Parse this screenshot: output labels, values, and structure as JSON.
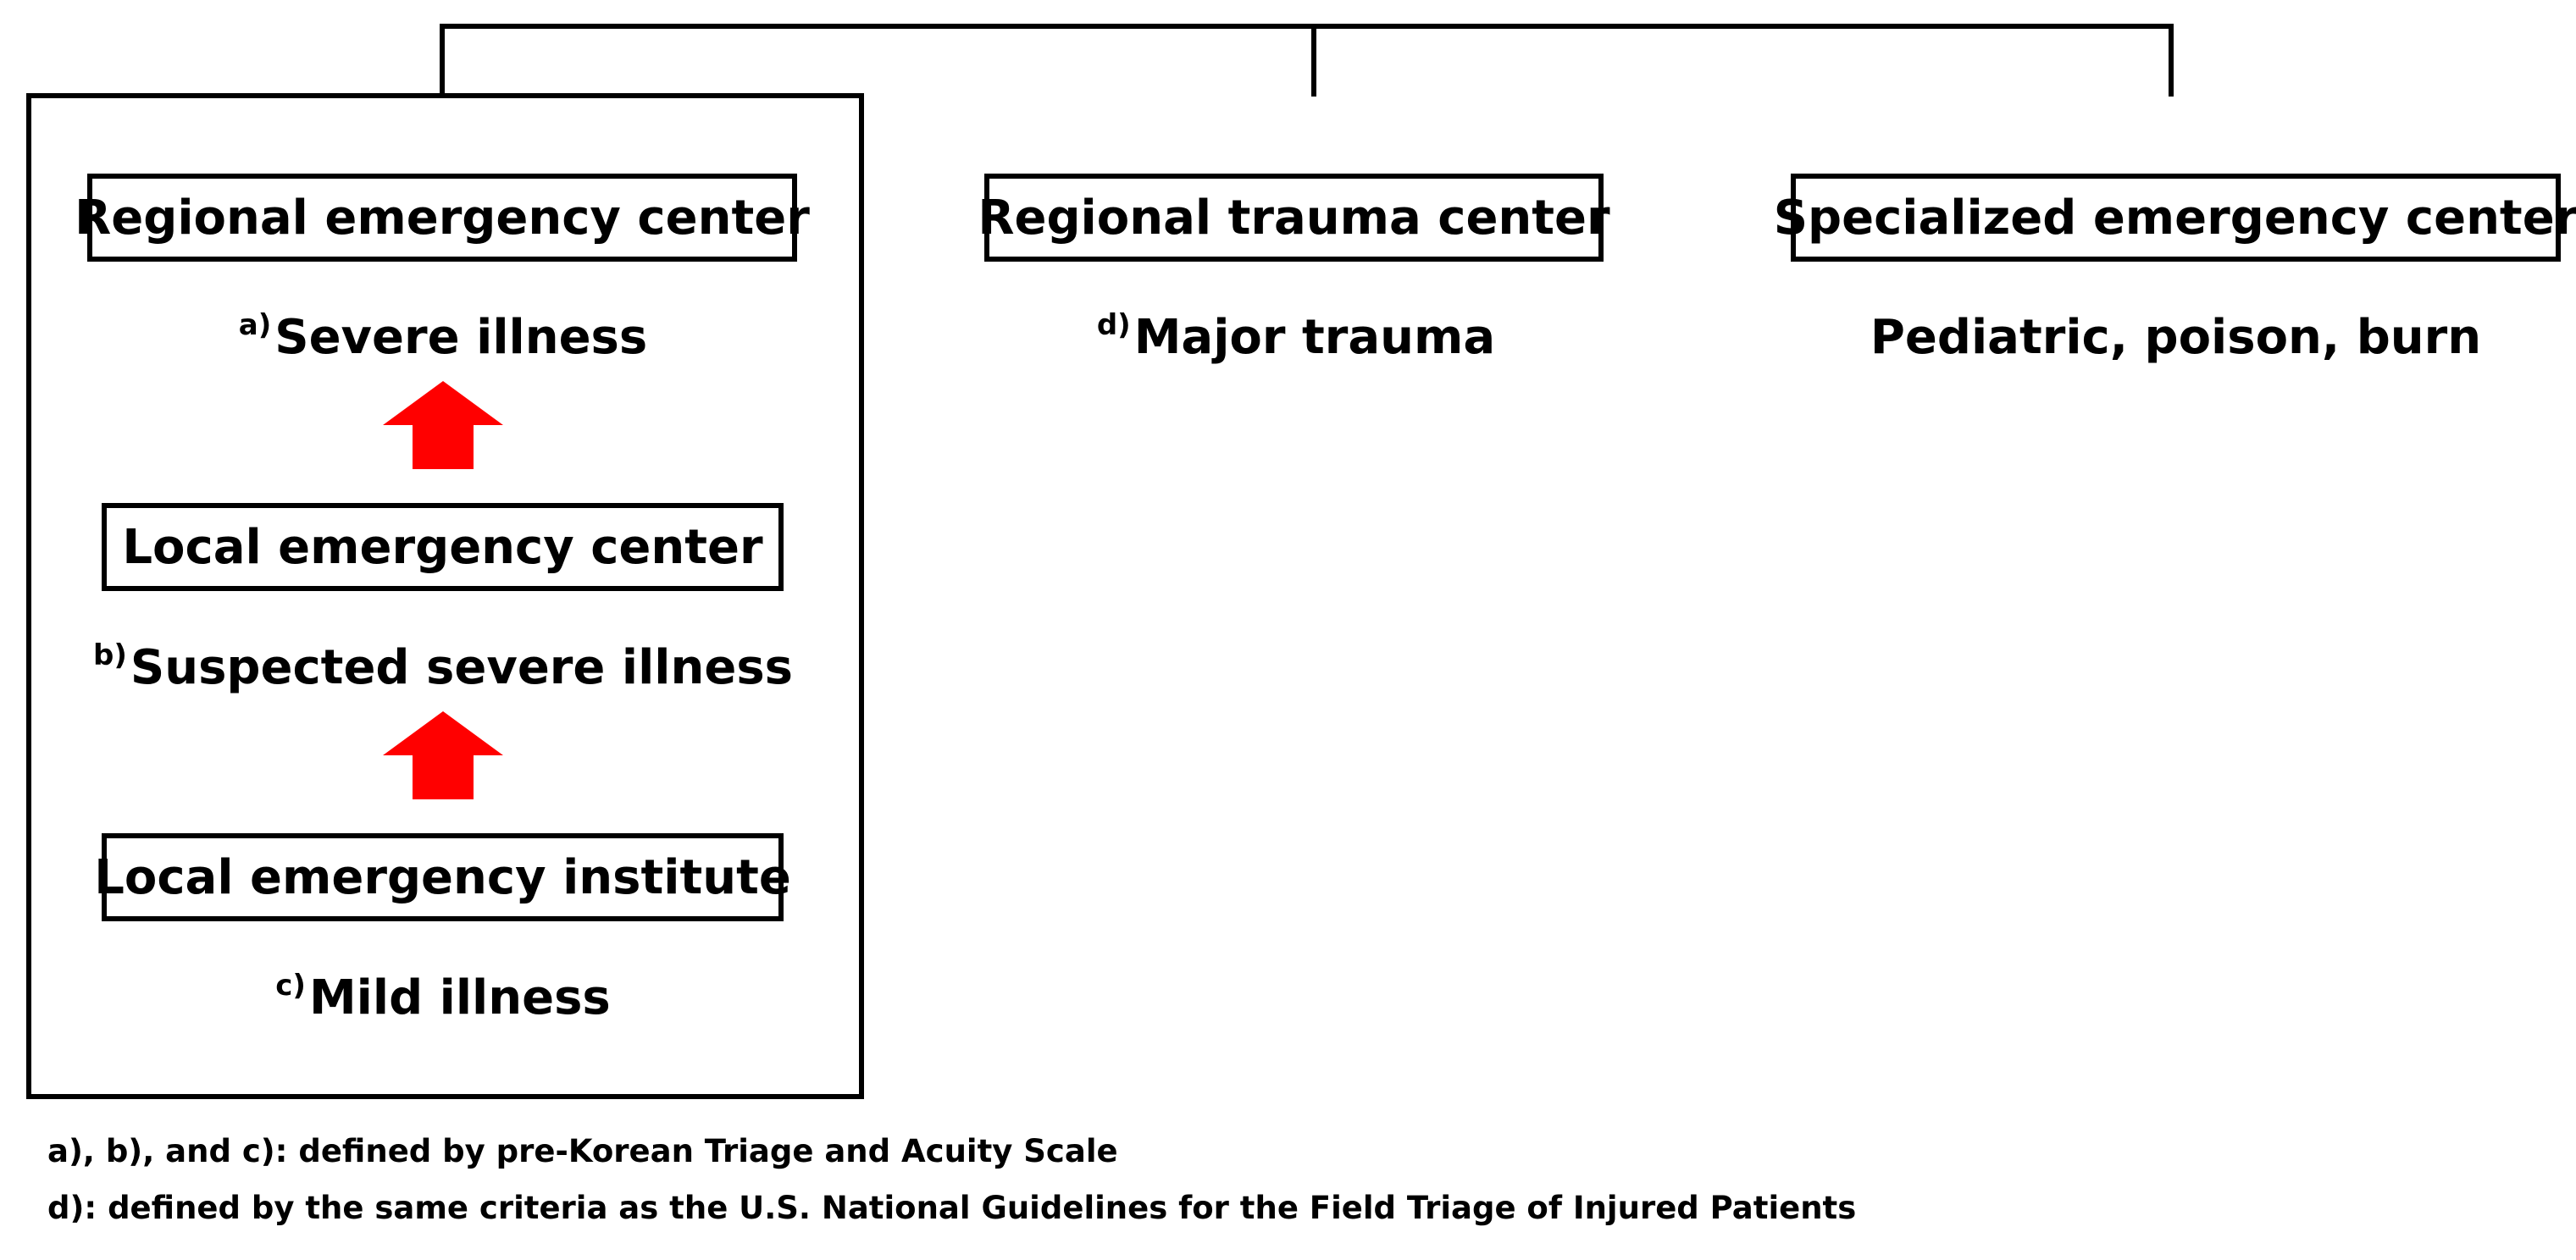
{
  "colors": {
    "line": "#000000",
    "arrow": "#ff0000",
    "background": "#ffffff"
  },
  "left_group": {
    "regional_center": {
      "label": "Regional emergency center"
    },
    "severe": {
      "marker": "a)",
      "label": "Severe illness"
    },
    "local_center": {
      "label": "Local emergency center"
    },
    "suspected": {
      "marker": "b)",
      "label": "Suspected severe illness"
    },
    "local_institute": {
      "label": "Local emergency institute"
    },
    "mild": {
      "marker": "c)",
      "label": "Mild illness"
    },
    "arrows": [
      "arrow-up-icon",
      "arrow-up-icon"
    ]
  },
  "trauma": {
    "center": {
      "label": "Regional trauma center"
    },
    "target": {
      "marker": "d)",
      "label": "Major trauma"
    }
  },
  "specialized": {
    "center": {
      "label": "Specialized emergency center"
    },
    "target": {
      "label": "Pediatric, poison, burn"
    }
  },
  "footnotes": [
    "a), b), and c): defined by pre-Korean Triage and Acuity Scale",
    "d): defined by the same criteria as the U.S. National Guidelines for the Field Triage of Injured Patients"
  ]
}
